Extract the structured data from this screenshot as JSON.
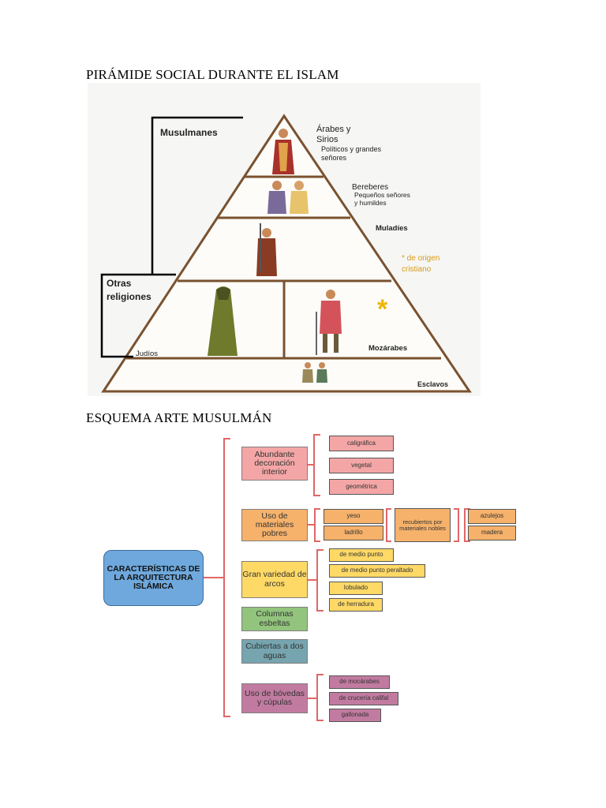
{
  "headings": {
    "pyramid": "PIRÁMIDE SOCIAL DURANTE EL ISLAM",
    "scheme": "ESQUEMA ARTE MUSULMÁN"
  },
  "pyramid": {
    "musulmanes": "Musulmanes",
    "otras": [
      "Otras",
      "religiones"
    ],
    "arabes": [
      "Árabes y",
      "Sirios",
      "Políticos y grandes",
      "señores"
    ],
    "bereberes": [
      "Bereberes",
      "Pequeños señores",
      "y humildes"
    ],
    "muladies": "Muladíes",
    "nota": [
      "* de origen",
      "cristiano"
    ],
    "asterisk": "*",
    "judios": "Judíos",
    "mozarabes": "Mozárabes",
    "esclavos": "Esclavos"
  },
  "scheme": {
    "main": "CARACTERÍSTICAS DE LA ARQUITECTURA ISLÁMICA",
    "categories": {
      "decoracion": "Abundante decoración interior",
      "materiales": "Uso de materiales pobres",
      "arcos": "Gran variedad de arcos",
      "columnas": "Columnas esbeltas",
      "cubiertas": "Cubiertas a dos aguas",
      "bovedas": "Uso de bóvedas y cúpulas"
    },
    "decoracion_items": [
      "caligráfica",
      "vegetal",
      "geométrica"
    ],
    "materiales_items": [
      "yeso",
      "ladrillo"
    ],
    "recubiertos": "recubiertos por materiales nobles",
    "nobles_items": [
      "azulejos",
      "madera"
    ],
    "arcos_items": [
      "de medio punto",
      "de medio punto peraltado",
      "lobulado",
      "de herradura"
    ],
    "bovedas_items": [
      "de mocárabes",
      "de crucería califal",
      "gallonada"
    ]
  },
  "colors": {
    "decoracion": "#f4a6a6",
    "materiales": "#f6b26b",
    "arcos": "#ffd966",
    "columnas": "#93c47d",
    "cubiertas": "#76a5af",
    "bovedas": "#c27ba0",
    "main": "#6fa8dc",
    "bracket": "#e06666",
    "pyramid_line": "#7a5230"
  }
}
